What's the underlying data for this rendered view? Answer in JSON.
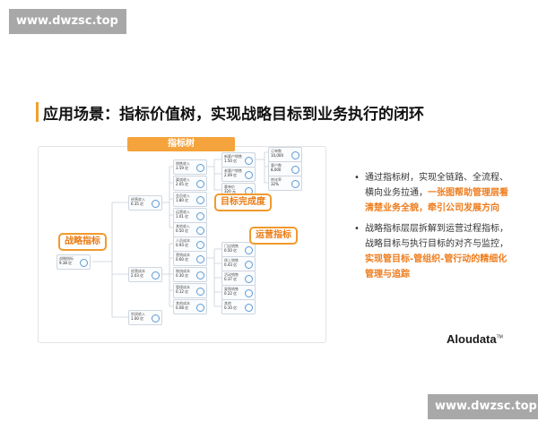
{
  "watermark": {
    "top": "www.dwzsc.top",
    "bottom": "www.dwzsc.top"
  },
  "slide": {
    "title": "应用场景：指标价值树，实现战略目标到业务执行的闭环",
    "accent_color": "#f0a030",
    "highlight_color": "#ee7c1c"
  },
  "tree": {
    "header": "指标树",
    "callouts": {
      "strategy": "战略指标",
      "completion": "目标完成度",
      "operation": "运营指标"
    },
    "nodes": {
      "root": [
        "战略指标",
        "9.38 亿"
      ],
      "l1a": [
        "经营收入",
        "6.35 亿"
      ],
      "l1b": [
        "经营成本",
        "2.03 亿"
      ],
      "l1c": [
        "利润收入",
        "1.00 亿"
      ],
      "l2": [
        [
          "销售收入",
          "3.59 亿"
        ],
        [
          "渠道收入",
          "2.05 亿"
        ],
        [
          "会员收入",
          "1.80 亿"
        ],
        [
          "运营收入",
          "1.01 亿"
        ],
        [
          "其他收入",
          "0.50 亿"
        ],
        [
          "人员成本",
          "0.93 亿"
        ],
        [
          "营销成本",
          "0.60 亿"
        ],
        [
          "物流成本",
          "0.30 亿"
        ],
        [
          "管理成本",
          "0.12 亿"
        ],
        [
          "其他成本",
          "0.08 亿"
        ]
      ],
      "l3": [
        [
          "新客户销售",
          "1.50 亿"
        ],
        [
          "老客户销售",
          "2.09 亿"
        ],
        [
          "客单价",
          "320 元"
        ],
        [
          "",
          ""
        ],
        [
          "门店销售",
          "0.50 亿"
        ],
        [
          "线上销售",
          "0.43 亿"
        ],
        [
          "活动销售",
          "0.37 亿"
        ],
        [
          "复购销售",
          "0.22 亿"
        ],
        [
          "其他",
          "0.10 亿"
        ]
      ],
      "l4": [
        [
          "订单数",
          "10,000"
        ],
        [
          "客户数",
          "8,000"
        ],
        [
          "转化率",
          "32%"
        ]
      ]
    }
  },
  "bullets": [
    {
      "text": "通过指标树，实现全链路、全流程、横向业务拉通，",
      "highlight": "一张图帮助管理层看清楚业务全貌，牵引公司发展方向"
    },
    {
      "text": "战略指标层层拆解到运营过程指标，战略目标与执行目标的对齐与监控，",
      "highlight": "实现管目标-管组织-管行动的精细化管理与追踪"
    }
  ],
  "logo": {
    "text": "Aloudata",
    "mark": "TM"
  }
}
